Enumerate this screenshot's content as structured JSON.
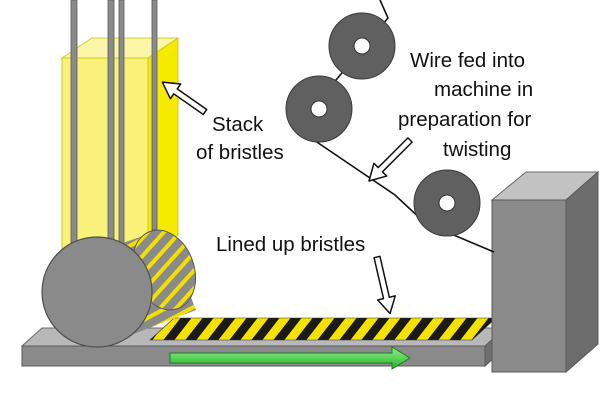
{
  "labels": {
    "stack_line1": "Stack",
    "stack_line2": "of bristles",
    "wire_line1": "Wire fed into",
    "wire_line2": "machine in",
    "wire_line3": "preparation for",
    "wire_line4": "twisting",
    "lined_up": "Lined up bristles"
  },
  "colors": {
    "bristle_yellow": "#f6ea00",
    "machine_gray": "#8a8a8a",
    "roller_dark": "#5e5e5e",
    "direction_arrow": "#3fcf3f"
  }
}
